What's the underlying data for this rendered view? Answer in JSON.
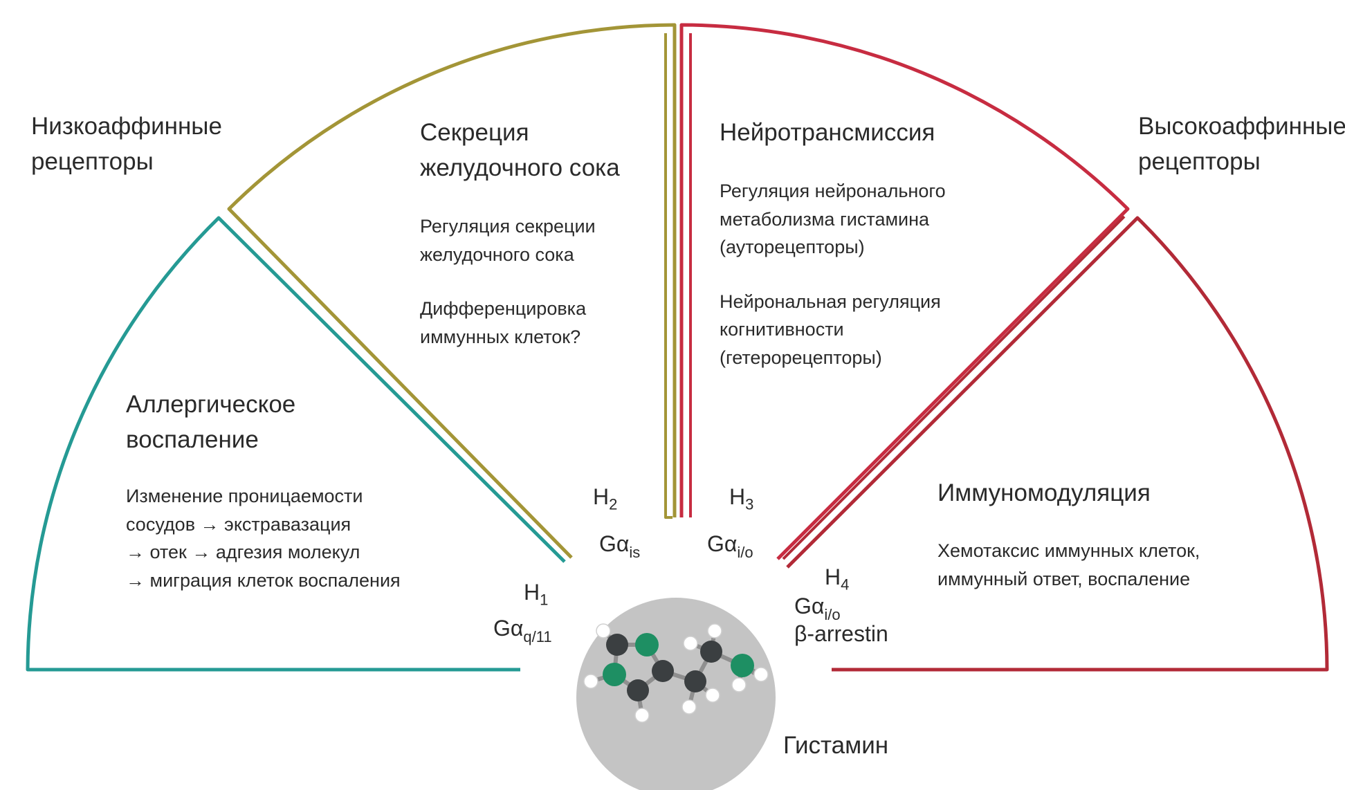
{
  "colors": {
    "h1": "#259a94",
    "h2": "#a39537",
    "h3": "#c72c41",
    "h4": "#b22a37",
    "molecule_bg": "#c4c4c4",
    "atom_n": "#1e8f63",
    "atom_c": "#3b3f41",
    "atom_h": "#ffffff"
  },
  "labels": {
    "low_affinity": [
      "Низкоаффинные",
      "рецепторы"
    ],
    "high_affinity": [
      "Высокоаффинные",
      "рецепторы"
    ],
    "histamine": "Гистамин"
  },
  "sectors": {
    "h1": {
      "receptor": "H",
      "receptor_sub": "1",
      "g_protein": "Gα",
      "g_protein_sub": "q/11",
      "title": [
        "Аллергическое",
        "воспаление"
      ],
      "body": [
        "Изменение проницаемости",
        "сосудов → экстравазация",
        "→ отек → адгезия молекул",
        "→ миграция клеток воспаления"
      ]
    },
    "h2": {
      "receptor": "H",
      "receptor_sub": "2",
      "g_protein": "Gα",
      "g_protein_sub": "is",
      "title": [
        "Секреция",
        "желудочного сока"
      ],
      "body1": [
        "Регуляция секреции",
        "желудочного сока"
      ],
      "body2": [
        "Дифференцировка",
        "иммунных клеток?"
      ]
    },
    "h3": {
      "receptor": "H",
      "receptor_sub": "3",
      "g_protein": "Gα",
      "g_protein_sub": "i/o",
      "title": [
        "Нейротрансмиссия"
      ],
      "body1": [
        "Регуляция нейронального",
        "метаболизма гистамина",
        "(ауторецепторы)"
      ],
      "body2": [
        "Нейрональная регуляция",
        "когнитивности",
        "(гетерорецепторы)"
      ]
    },
    "h4": {
      "receptor": "H",
      "receptor_sub": "4",
      "g_protein": "Gα",
      "g_protein_sub": "i/o",
      "g_protein_extra": "β-arrestin",
      "title": [
        "Иммуномодуляция"
      ],
      "body": [
        "Хемотаксис иммунных клеток,",
        "иммунный ответ, воспаление"
      ]
    }
  }
}
